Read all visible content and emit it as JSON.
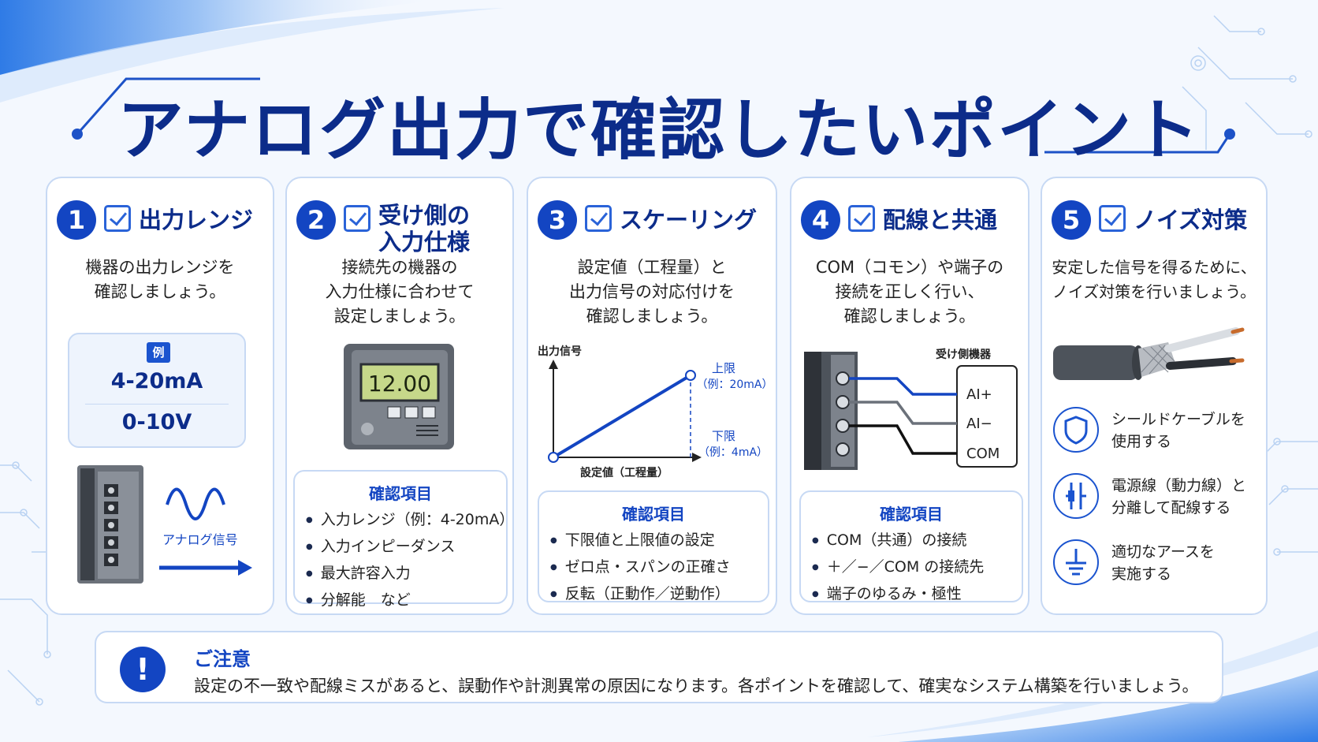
{
  "title": "アナログ出力で確認したいポイント",
  "colors": {
    "accent": "#1345c2",
    "dark": "#0c2c8a",
    "border": "#c7d9f4"
  },
  "cards": [
    {
      "num": "1",
      "title": "出力レンジ",
      "desc": "機器の出力レンジを\n確認しましょう。",
      "example_badge": "例",
      "examples": [
        "4-20mA",
        "0-10V"
      ],
      "signal_label": "アナログ信号"
    },
    {
      "num": "2",
      "title": "受け側の\n入力仕様",
      "desc": "接続先の機器の\n入力仕様に合わせて\n設定しましょう。",
      "display_value": "12.00",
      "check_title": "確認項目",
      "check_items": [
        "入力レンジ（例：4-20mA）",
        "入力インピーダンス",
        "最大許容入力",
        "分解能　など"
      ]
    },
    {
      "num": "3",
      "title": "スケーリング",
      "desc": "設定値（工程量）と\n出力信号の対応付けを\n確認しましょう。",
      "graph": {
        "ylabel": "出力信号",
        "xlabel": "設定値（工程量）",
        "upper_label": "上限",
        "upper_example": "（例：20mA）",
        "lower_label": "下限",
        "lower_example": "（例：4mA）"
      },
      "check_title": "確認項目",
      "check_items": [
        "下限値と上限値の設定",
        "ゼロ点・スパンの正確さ",
        "反転（正動作／逆動作）"
      ]
    },
    {
      "num": "4",
      "title": "配線と共通",
      "desc": "COM（コモン）や端子の\n接続を正しく行い、\n確認しましょう。",
      "receiver_label": "受け側機器",
      "terminals": [
        "AI+",
        "AI−",
        "COM"
      ],
      "check_title": "確認項目",
      "check_items": [
        "COM（共通）の接続",
        "＋／−／COM の接続先",
        "端子のゆるみ・極性"
      ]
    },
    {
      "num": "5",
      "title": "ノイズ対策",
      "desc": "安定した信号を得るために、\nノイズ対策を行いましょう。",
      "features": [
        {
          "icon": "shield-icon",
          "text": "シールドケーブルを\n使用する"
        },
        {
          "icon": "separation-icon",
          "text": "電源線（動力線）と\n分離して配線する"
        },
        {
          "icon": "ground-icon",
          "text": "適切なアースを\n実施する"
        }
      ]
    }
  ],
  "note": {
    "icon": "!",
    "title": "ご注意",
    "body": "設定の不一致や配線ミスがあると、誤動作や計測異常の原因になります。各ポイントを確認して、確実なシステム構築を行いましょう。"
  }
}
